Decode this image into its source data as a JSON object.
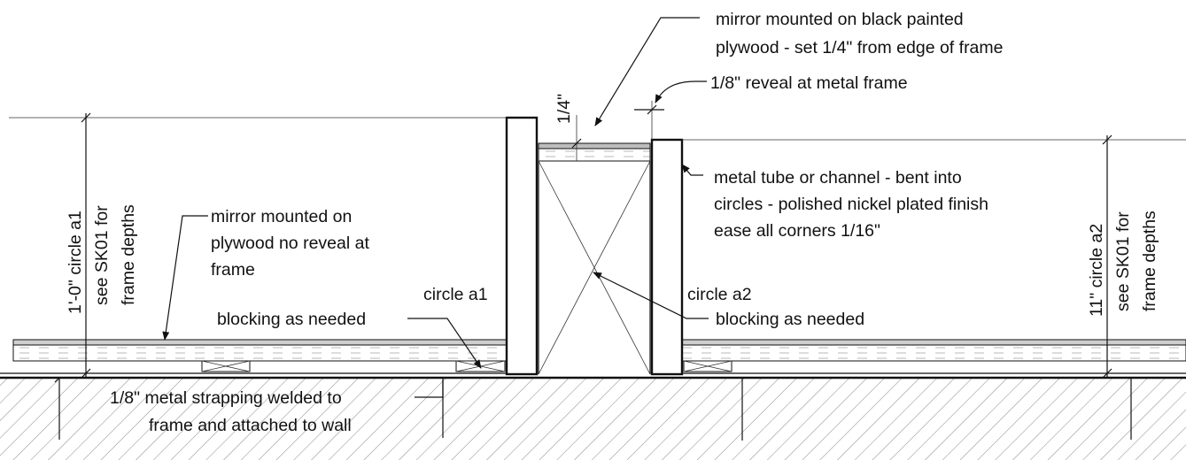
{
  "labels": {
    "mirror_black": [
      "mirror mounted on black painted",
      "plywood - set 1/4\" from edge of frame"
    ],
    "reveal": "1/8\" reveal at metal frame",
    "quarter": "1/4\"",
    "metal_tube": [
      "metal tube or channel - bent into",
      "circles - polished nickel plated finish",
      "ease all corners 1/16\""
    ],
    "mirror_plain": [
      "mirror mounted on",
      "plywood no reveal at",
      "frame"
    ],
    "circle_a1": "circle a1",
    "circle_a2": "circle a2",
    "blocking_left": "blocking as needed",
    "blocking_right": "blocking as needed",
    "strapping": [
      "1/8\" metal strapping welded to",
      "frame and attached to wall"
    ],
    "dim_left": [
      "1'-0\" circle a1",
      "see SK01 for",
      "frame depths"
    ],
    "dim_right": [
      "11\" circle a2",
      "see SK01 for",
      "frame depths"
    ]
  }
}
